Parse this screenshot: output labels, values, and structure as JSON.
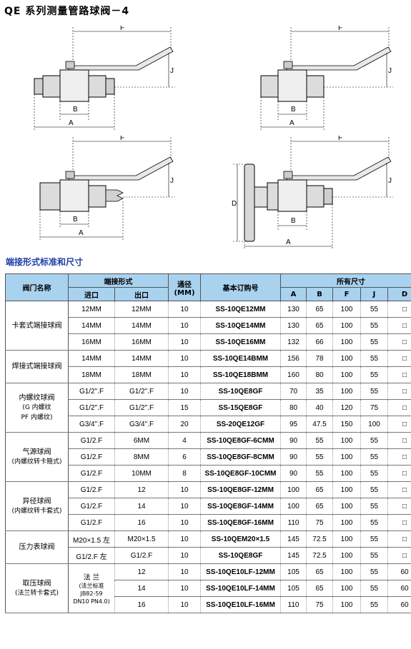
{
  "page_title": "QE 系列测量管路球阀－4",
  "section_title": "端接形式标准和尺寸",
  "dims": {
    "A": "A",
    "B": "B",
    "F": "F",
    "J": "J",
    "D": "D"
  },
  "table": {
    "headers": {
      "valve_name": "阀门名称",
      "end_type": "端接形式",
      "inlet": "进口",
      "outlet": "出口",
      "bore": "通径",
      "bore_unit": "(MM)",
      "order_no": "基本订购号",
      "dims": "所有尺寸",
      "A": "A",
      "B": "B",
      "F": "F",
      "J": "J",
      "D": "D"
    },
    "groups": [
      {
        "name": [
          "卡套式端接球阀"
        ],
        "rows": [
          {
            "inlet": "12MM",
            "outlet": "12MM",
            "bore": "10",
            "code": "SS-10QE12MM",
            "A": "130",
            "B": "65",
            "F": "100",
            "J": "55",
            "D": "□"
          },
          {
            "inlet": "14MM",
            "outlet": "14MM",
            "bore": "10",
            "code": "SS-10QE14MM",
            "A": "130",
            "B": "65",
            "F": "100",
            "J": "55",
            "D": "□"
          },
          {
            "inlet": "16MM",
            "outlet": "16MM",
            "bore": "10",
            "code": "SS-10QE16MM",
            "A": "132",
            "B": "66",
            "F": "100",
            "J": "55",
            "D": "□"
          }
        ]
      },
      {
        "name": [
          "焊接式端接球阀"
        ],
        "rows": [
          {
            "inlet": "14MM",
            "outlet": "14MM",
            "bore": "10",
            "code": "SS-10QE14BMM",
            "A": "156",
            "B": "78",
            "F": "100",
            "J": "55",
            "D": "□"
          },
          {
            "inlet": "18MM",
            "outlet": "18MM",
            "bore": "10",
            "code": "SS-10QE18BMM",
            "A": "160",
            "B": "80",
            "F": "100",
            "J": "55",
            "D": "□"
          }
        ]
      },
      {
        "name": [
          "内螺纹球阀",
          "(G 内螺纹",
          "PF 内螺纹)"
        ],
        "rows": [
          {
            "inlet": "G1/2\".F",
            "outlet": "G1/2\".F",
            "bore": "10",
            "code": "SS-10QE8GF",
            "A": "70",
            "B": "35",
            "F": "100",
            "J": "55",
            "D": "□"
          },
          {
            "inlet": "G1/2\".F",
            "outlet": "G1/2\".F",
            "bore": "15",
            "code": "SS-15QE8GF",
            "A": "80",
            "B": "40",
            "F": "120",
            "J": "75",
            "D": "□"
          },
          {
            "inlet": "G3/4\".F",
            "outlet": "G3/4\".F",
            "bore": "20",
            "code": "SS-20QE12GF",
            "A": "95",
            "B": "47.5",
            "F": "150",
            "J": "100",
            "D": "□"
          }
        ]
      },
      {
        "name": [
          "气源球阀",
          "(内螺纹转卡箍式)"
        ],
        "rows": [
          {
            "inlet": "G1/2.F",
            "outlet": "6MM",
            "bore": "4",
            "code": "SS-10QE8GF-6CMM",
            "A": "90",
            "B": "55",
            "F": "100",
            "J": "55",
            "D": "□"
          },
          {
            "inlet": "G1/2.F",
            "outlet": "8MM",
            "bore": "6",
            "code": "SS-10QE8GF-8CMM",
            "A": "90",
            "B": "55",
            "F": "100",
            "J": "55",
            "D": "□"
          },
          {
            "inlet": "G1/2.F",
            "outlet": "10MM",
            "bore": "8",
            "code": "SS-10QE8GF-10CMM",
            "A": "90",
            "B": "55",
            "F": "100",
            "J": "55",
            "D": "□"
          }
        ]
      },
      {
        "name": [
          "异径球阀",
          "(内螺纹转卡套式)"
        ],
        "rows": [
          {
            "inlet": "G1/2.F",
            "outlet": "12",
            "bore": "10",
            "code": "SS-10QE8GF-12MM",
            "A": "100",
            "B": "65",
            "F": "100",
            "J": "55",
            "D": "□"
          },
          {
            "inlet": "G1/2.F",
            "outlet": "14",
            "bore": "10",
            "code": "SS-10QE8GF-14MM",
            "A": "100",
            "B": "65",
            "F": "100",
            "J": "55",
            "D": "□"
          },
          {
            "inlet": "G1/2.F",
            "outlet": "16",
            "bore": "10",
            "code": "SS-10QE8GF-16MM",
            "A": "110",
            "B": "75",
            "F": "100",
            "J": "55",
            "D": "□"
          }
        ]
      },
      {
        "name": [
          "压力表球阀"
        ],
        "rows": [
          {
            "inlet": "M20×1.5 左",
            "outlet": "M20×1.5",
            "bore": "10",
            "code": "SS-10QEM20×1.5",
            "A": "145",
            "B": "72.5",
            "F": "100",
            "J": "55",
            "D": "□"
          },
          {
            "inlet": "G1/2.F 左",
            "outlet": "G1/2.F",
            "bore": "10",
            "code": "SS-10QE8GF",
            "A": "145",
            "B": "72.5",
            "F": "100",
            "J": "55",
            "D": "□"
          }
        ]
      },
      {
        "name": [
          "取压球阀",
          "(法兰转卡套式)"
        ],
        "inlet_merged": {
          "title": "法 兰",
          "lines": [
            "(法兰标准",
            "JB82-59",
            "DN10 PN4.0)"
          ]
        },
        "rows": [
          {
            "outlet": "12",
            "bore": "10",
            "code": "SS-10QE10LF-12MM",
            "A": "105",
            "B": "65",
            "F": "100",
            "J": "55",
            "D": "60"
          },
          {
            "outlet": "14",
            "bore": "10",
            "code": "SS-10QE10LF-14MM",
            "A": "105",
            "B": "65",
            "F": "100",
            "J": "55",
            "D": "60"
          },
          {
            "outlet": "16",
            "bore": "10",
            "code": "SS-10QE10LF-16MM",
            "A": "110",
            "B": "75",
            "F": "100",
            "J": "55",
            "D": "60"
          }
        ]
      }
    ]
  }
}
